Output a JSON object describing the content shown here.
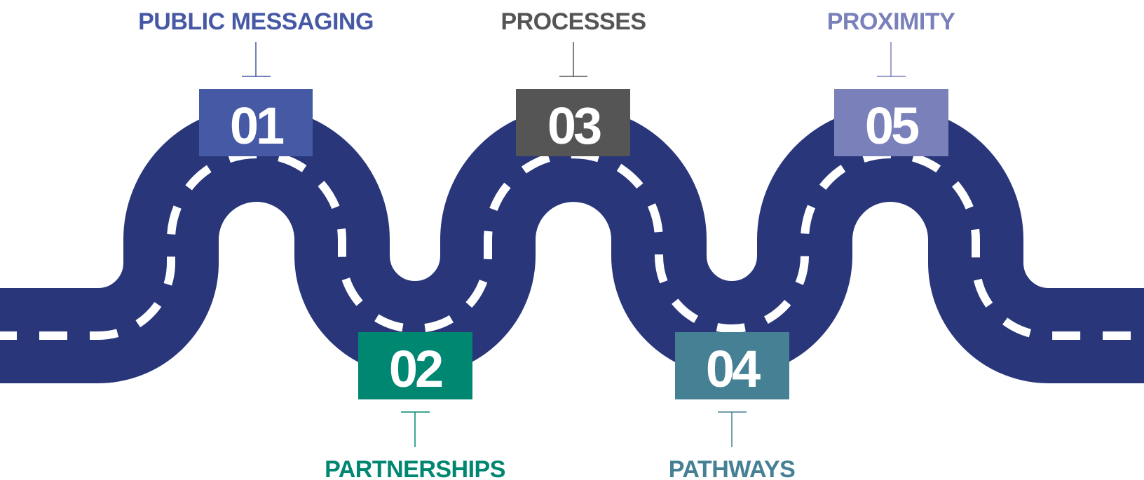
{
  "stages": [
    {
      "number": "01",
      "label": "PUBLIC MESSAGING",
      "color": "#4659A5"
    },
    {
      "number": "02",
      "label": "PARTNERSHIPS",
      "color": "#008772"
    },
    {
      "number": "03",
      "label": "PROCESSES",
      "color": "#555555"
    },
    {
      "number": "04",
      "label": "PATHWAYS",
      "color": "#458094"
    },
    {
      "number": "05",
      "label": "PROXIMITY",
      "color": "#7A80BA"
    }
  ],
  "road": {
    "color": "#29367A",
    "dash_color": "#FFFFFF"
  }
}
